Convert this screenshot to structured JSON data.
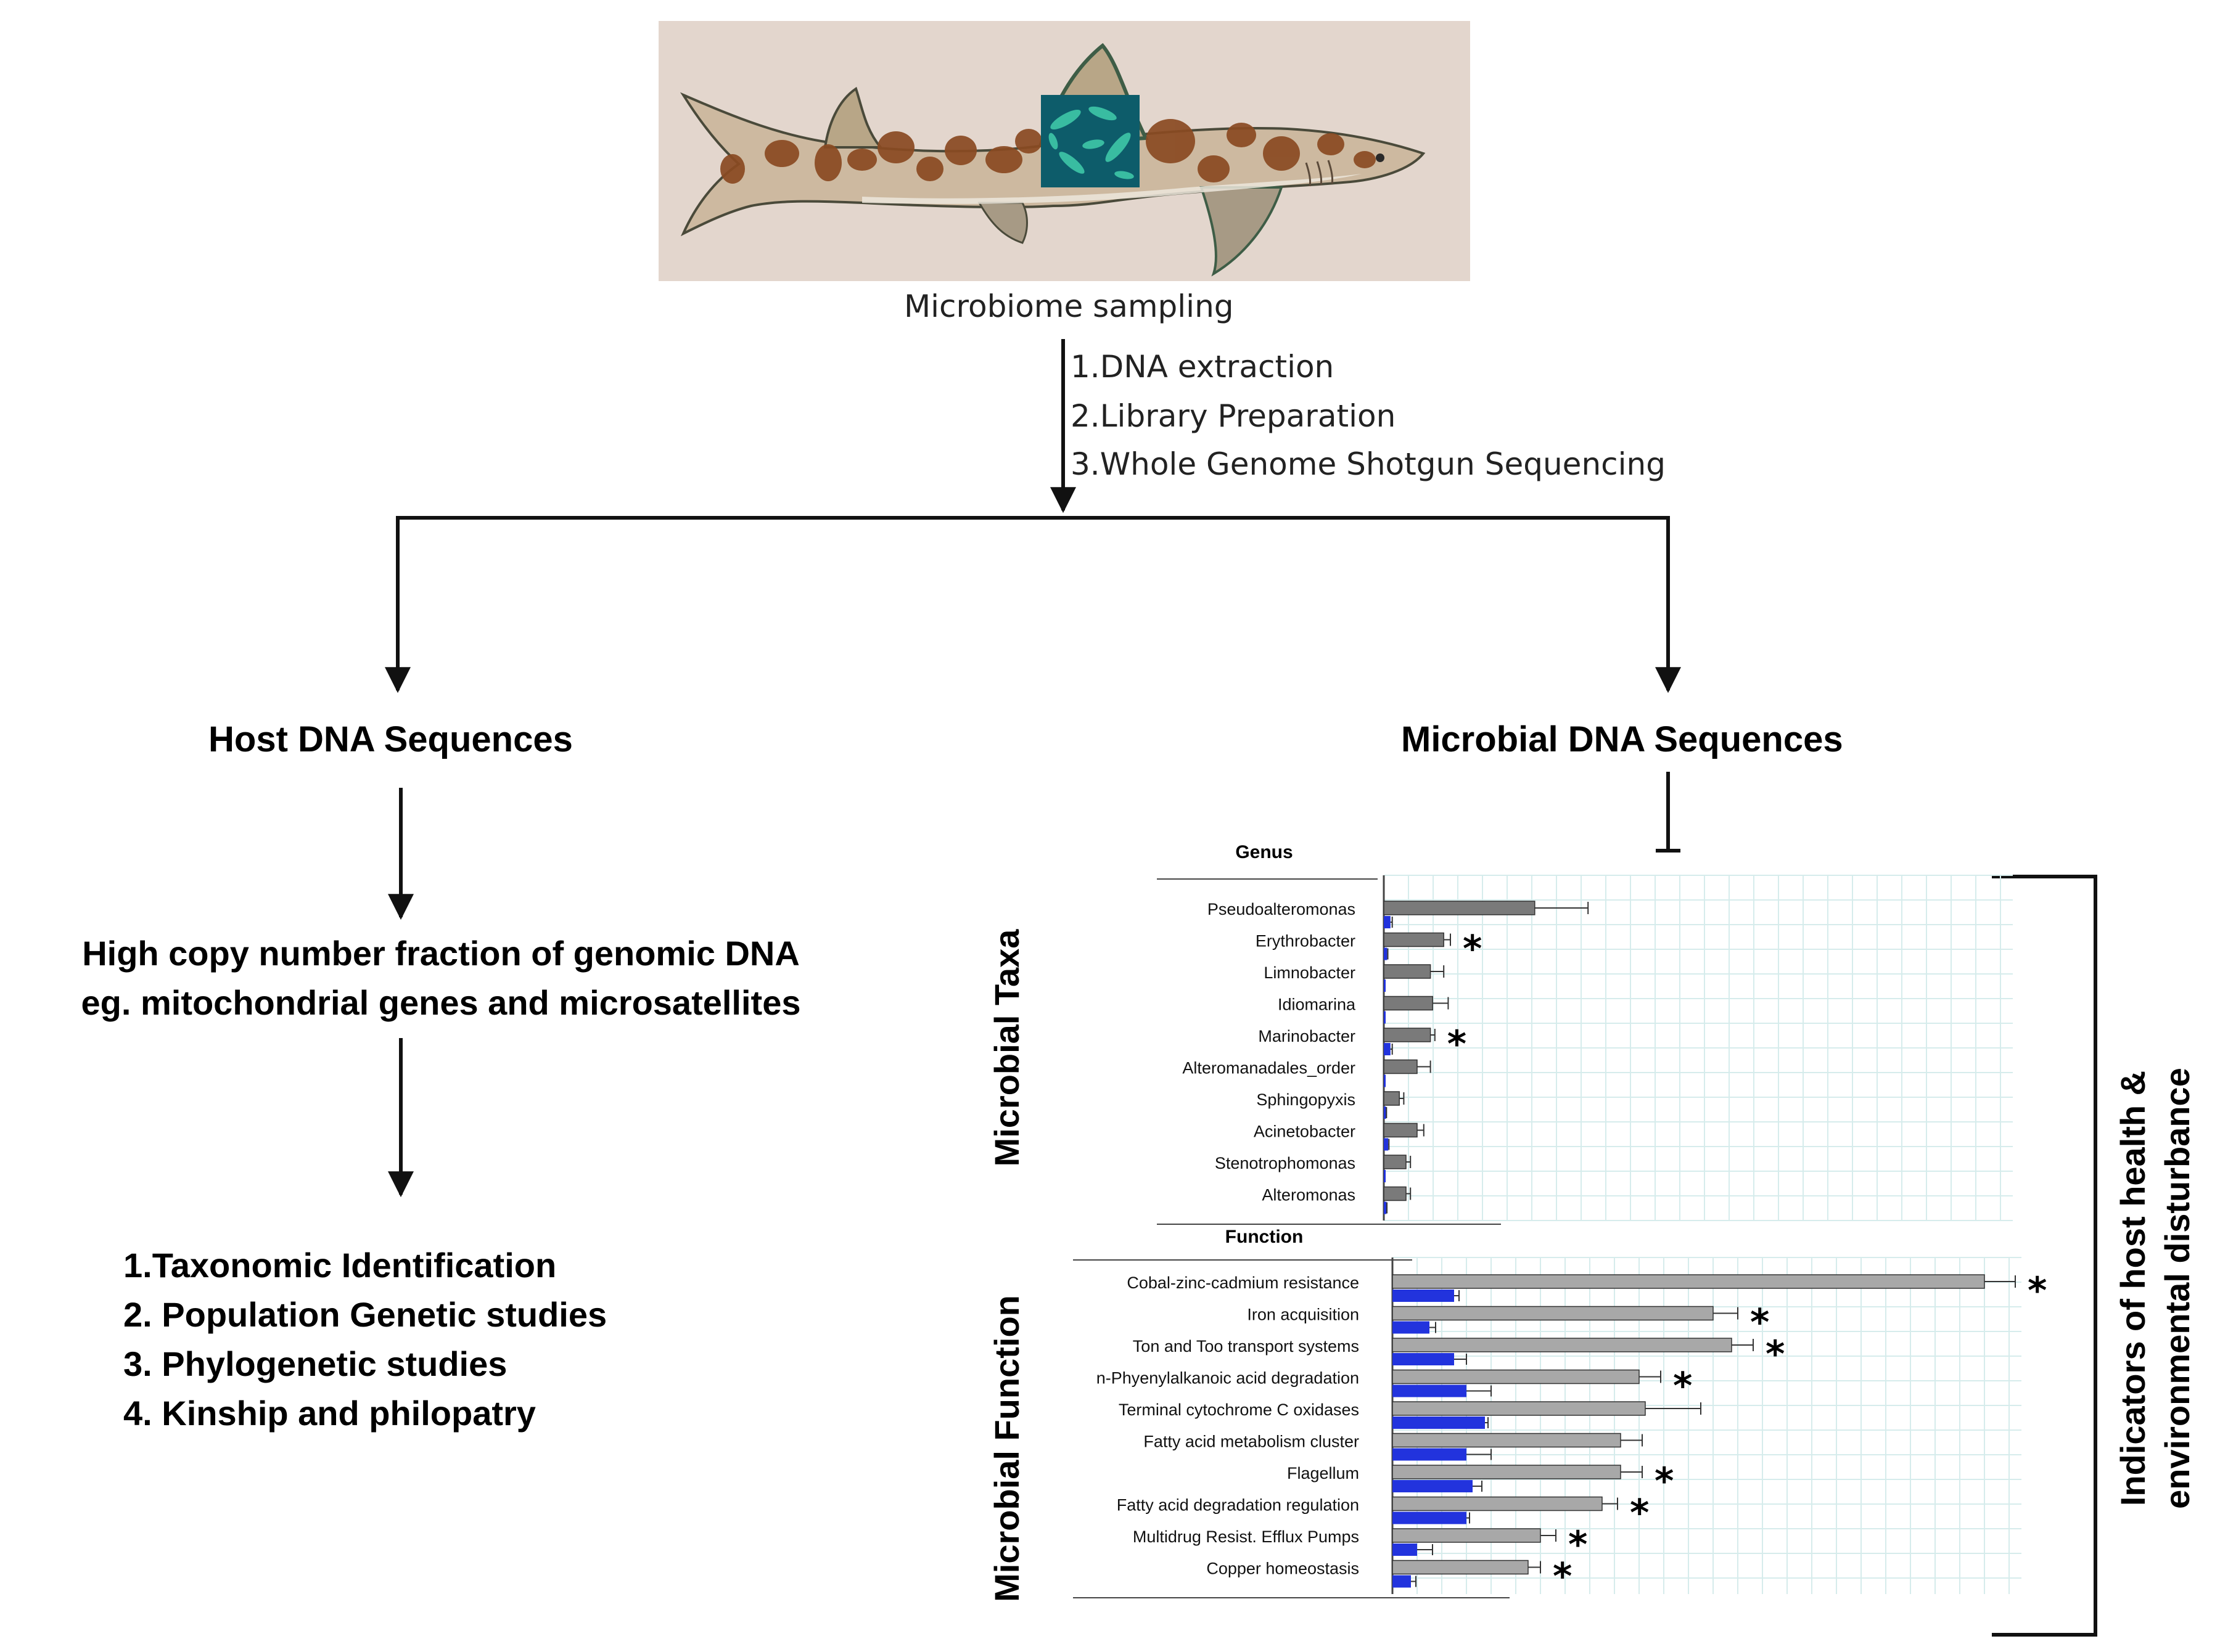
{
  "photo": {
    "caption": "Microbiome sampling"
  },
  "steps": [
    "1.DNA extraction",
    "2.Library Preparation",
    "3.Whole Genome Shotgun Sequencing"
  ],
  "host": {
    "title": "Host DNA Sequences",
    "fraction_line1": "High copy number fraction of genomic DNA",
    "fraction_line2": "eg. mitochondrial genes and microsatellites",
    "uses": [
      "1.Taxonomic Identification",
      "2. Population Genetic studies",
      "3. Phylogenetic studies",
      "4. Kinship and philopatry"
    ]
  },
  "microbial": {
    "title": "Microbial DNA Sequences"
  },
  "bracket_label_line1": "Indicators of host health &",
  "bracket_label_line2": "environmental disturbance",
  "colors": {
    "gray_bar": "#7a7a7a",
    "light_gray_bar": "#a8a8a8",
    "blue_bar": "#2233dd",
    "grid": "#d6ecec"
  },
  "chart_data": [
    {
      "type": "bar",
      "orientation": "horizontal",
      "title": "Genus",
      "ylabel": "Microbial  Taxa",
      "categories": [
        "Pseudoalteromonas",
        "Erythrobacter",
        "Limnobacter",
        "Idiomarina",
        "Marinobacter",
        "Alteromanadales_order",
        "Sphingopyxis",
        "Acinetobacter",
        "Stenotrophomonas",
        "Alteromonas"
      ],
      "series": [
        {
          "values": [
            68,
            27,
            21,
            22,
            21,
            15,
            7,
            15,
            10,
            10
          ],
          "errors": [
            24,
            3,
            6,
            7,
            2,
            6,
            2,
            3,
            2,
            2
          ],
          "color": "#7a7a7a"
        },
        {
          "values": [
            3,
            1.5,
            0.2,
            0.2,
            3,
            0.2,
            1,
            2,
            0.2,
            1.2
          ],
          "errors": [
            0.8,
            0.3,
            0,
            0,
            0.8,
            0,
            0.2,
            0.3,
            0,
            0.2
          ],
          "color": "#2233dd"
        }
      ],
      "significant": [
        false,
        true,
        false,
        false,
        true,
        false,
        false,
        false,
        false,
        false
      ],
      "grid": true
    },
    {
      "type": "bar",
      "orientation": "horizontal",
      "title": "Function",
      "ylabel": "Microbial Function",
      "categories": [
        "Cobal-zinc-cadmium resistance",
        "Iron acquisition",
        "Ton and Too transport systems",
        "n-Phyenylalkanoic acid degradation",
        "Terminal cytochrome C oxidases",
        "Fatty acid metabolism cluster",
        "Flagellum",
        "Fatty acid degradation regulation",
        "Multidrug Resist. Efflux Pumps",
        "Copper homeostasis"
      ],
      "series": [
        {
          "values": [
            96,
            52,
            55,
            40,
            41,
            37,
            37,
            34,
            24,
            22
          ],
          "errors": [
            5,
            4,
            3.5,
            3.5,
            9,
            3.5,
            3.5,
            2.5,
            2.5,
            2
          ],
          "color": "#a8a8a8"
        },
        {
          "values": [
            10,
            6,
            10,
            12,
            15,
            12,
            13,
            12,
            4,
            3
          ],
          "errors": [
            0.8,
            1,
            2,
            4,
            0.5,
            4,
            1.5,
            0.5,
            2.5,
            0.8
          ],
          "color": "#2233dd"
        }
      ],
      "significant": [
        true,
        true,
        true,
        true,
        false,
        false,
        true,
        true,
        true,
        true
      ],
      "grid": true
    }
  ]
}
